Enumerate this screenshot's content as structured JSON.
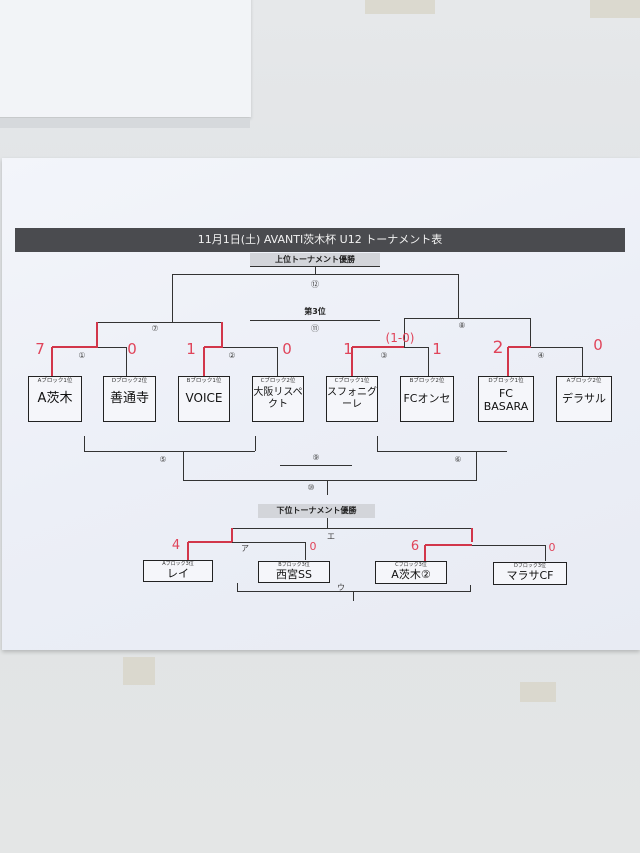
{
  "sheet": {
    "title": "11月1日(土) AVANTI茨木杯 U12 トーナメント表",
    "upper_heading": "上位トーナメント優勝",
    "third_heading": "第3位",
    "lower_heading": "下位トーナメント優勝"
  },
  "matches": {
    "m1": "①",
    "m2": "②",
    "m3": "③",
    "m4": "④",
    "m5": "⑤",
    "m6": "⑥",
    "m7": "⑦",
    "m8": "⑧",
    "m9": "⑨",
    "m10": "⑩",
    "m11": "⑪",
    "m12": "⑫",
    "a": "ア",
    "u": "ウ",
    "e": "エ"
  },
  "upper_teams": [
    {
      "block": "Aブロック1位",
      "name": "A茨木",
      "score": "7"
    },
    {
      "block": "Dブロック2位",
      "name": "善通寺",
      "score": "0"
    },
    {
      "block": "Bブロック1位",
      "name": "VOICE",
      "score": "1"
    },
    {
      "block": "Cブロック2位",
      "name": "大阪リスペクト",
      "score": "0"
    },
    {
      "block": "Cブロック1位",
      "name": "スフォニグーレ",
      "score": "1"
    },
    {
      "block": "Bブロック2位",
      "name": "FCオンセ",
      "score": "1"
    },
    {
      "block": "Dブロック1位",
      "name": "FC BASARA",
      "score": "2"
    },
    {
      "block": "Aブロック2位",
      "name": "デラサル",
      "score": "0"
    }
  ],
  "pk_note": "(1-0)",
  "lower_teams": [
    {
      "block": "Aブロック3位",
      "name": "レイ",
      "score": "4"
    },
    {
      "block": "Bブロック3位",
      "name": "西宮SS",
      "score": "0"
    },
    {
      "block": "Cブロック3位",
      "name": "A茨木②",
      "score": "6"
    },
    {
      "block": "Dブロック3位",
      "name": "マラサCF",
      "score": "0"
    }
  ],
  "colors": {
    "winner_line": "#d2364a",
    "title_bar": "#4a4b4f"
  }
}
